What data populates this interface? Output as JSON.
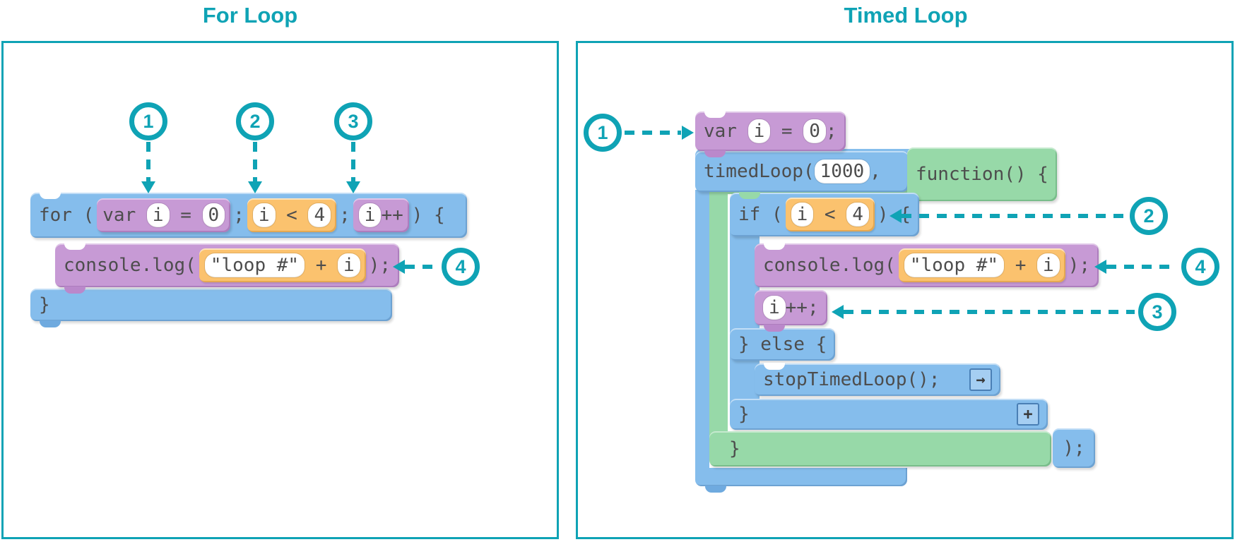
{
  "accent": {
    "teal": "#0FA3B5",
    "block_blue": "#85BDEC",
    "block_purple": "#C79AD5",
    "block_orange": "#FBC26E",
    "block_green": "#97D9A8",
    "code_text": "#4D4D4D"
  },
  "titles": {
    "left": "For Loop",
    "right": "Timed Loop"
  },
  "markers": {
    "m1": "1",
    "m2": "2",
    "m3": "3",
    "m4": "4"
  },
  "left": {
    "for_block": {
      "kw": "for (",
      "semi1": ";",
      "semi2": ";",
      "close": ") {"
    },
    "init": {
      "kw": "var ",
      "name": "i",
      "eq": " = ",
      "value": "0"
    },
    "cond": {
      "lhs": "i",
      "op": " < ",
      "rhs": "4"
    },
    "update": {
      "name": "i",
      "op": "++"
    },
    "log": {
      "fn": "console.log(",
      "str": "\"loop #\"",
      "plus": " + ",
      "arg": "i",
      "close": ");"
    },
    "close_brace": "}"
  },
  "right": {
    "var_stmt": {
      "kw": "var ",
      "name": "i",
      "eq": " = ",
      "value": "0",
      "semi": ";"
    },
    "timed": {
      "fn": "timedLoop(",
      "interval": "1000",
      "comma": ",",
      "callback": "function() {"
    },
    "if_block": {
      "kw": "if (",
      "close": ") {"
    },
    "cond": {
      "lhs": "i",
      "op": " < ",
      "rhs": "4"
    },
    "log": {
      "fn": "console.log(",
      "str": "\"loop #\"",
      "plus": " + ",
      "arg": "i",
      "close": ");"
    },
    "inc": {
      "name": "i",
      "op": "++;"
    },
    "else_row": "} else {",
    "stop": {
      "label": "stopTimedLoop();",
      "icon": "→"
    },
    "plus_icon": "+",
    "if_close": "}",
    "fn_close": "}",
    "call_close": ");"
  }
}
